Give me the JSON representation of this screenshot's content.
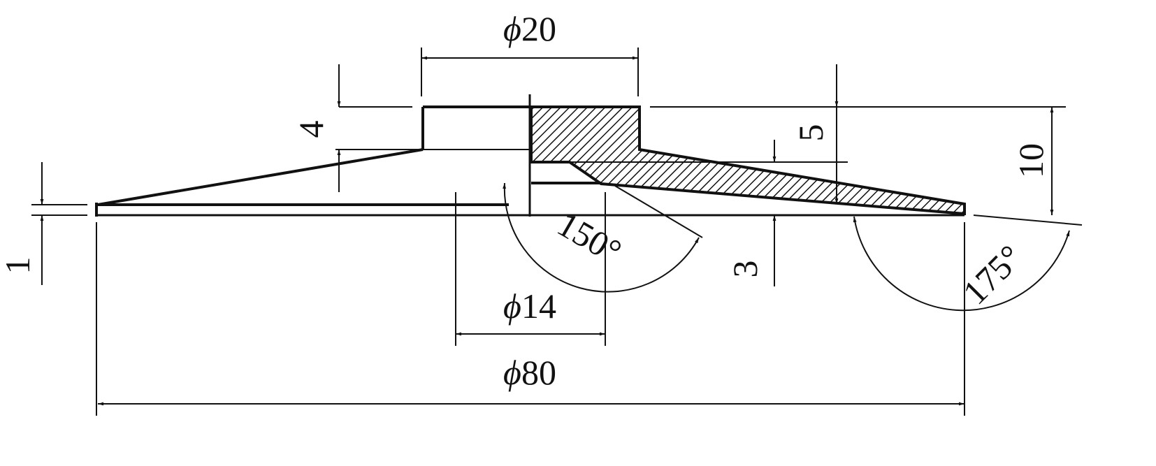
{
  "title": "Conical washer cross-section drawing",
  "dimensions": {
    "outer_diameter": {
      "symbol": "ϕ",
      "value": "80"
    },
    "top_diameter": {
      "symbol": "ϕ",
      "value": "20"
    },
    "inner_diameter": {
      "symbol": "ϕ",
      "value": "14"
    },
    "hub_height": "4",
    "slope_height": "5",
    "total_height": "10",
    "inner_step": "3",
    "plate_thickness": "1",
    "inner_angle": "150°",
    "outer_angle": "175°"
  },
  "colors": {
    "line": "#111111",
    "background": "#ffffff"
  }
}
